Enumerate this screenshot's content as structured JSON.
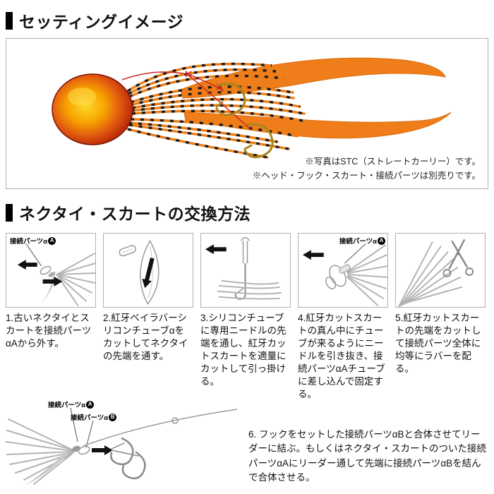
{
  "colors": {
    "lure_orange": "#ef7d1a",
    "head_red": "#8f1605",
    "head_gold": "#ffd82a",
    "hook_gold": "#a8841e",
    "line_red": "#cc2a2a",
    "arrow_black": "#111111",
    "lineart_gray": "#9a9a9a"
  },
  "setting_image": {
    "title": "セッティングイメージ",
    "caption1": "※写真はSTC（ストレートカーリー）です。",
    "caption2": "※ヘッド・フック・スカート・接続パーツは別売りです。"
  },
  "replacement": {
    "title": "ネクタイ・スカートの交換方法",
    "steps": [
      {
        "label": "接続パーツα",
        "badge": "A",
        "text": "1.古いネクタイとスカートを接続パーツαAから外す。"
      },
      {
        "text": "2.紅牙ベイラバーシリコンチューブαをカットしてネクタイの先端を通す。"
      },
      {
        "text": "3.シリコンチューブに専用ニードルの先端を通し、紅牙カットスカートを適量にカットして引っ掛ける。"
      },
      {
        "label": "接続パーツα",
        "badge": "A",
        "text": "4.紅牙カットスカートの真ん中にチューブが来るようにニードルを引き抜き、接続パーツαAチューブに差し込んで固定する。"
      },
      {
        "text": "5.紅牙カットスカートの先端をカットして接続パーツ全体に均等にラバーを配る。"
      }
    ],
    "step6": {
      "label_a": "接続パーツα",
      "badge_a": "A",
      "label_b": "接続パーツα",
      "badge_b": "B",
      "text": "6. フックをセットした接続パーツαBと合体させてリーダーに結ぶ。もしくはネクタイ・スカートのついた接続パーツαAにリーダー通して先端に接続パーツαBを結んで合体させる。"
    }
  }
}
